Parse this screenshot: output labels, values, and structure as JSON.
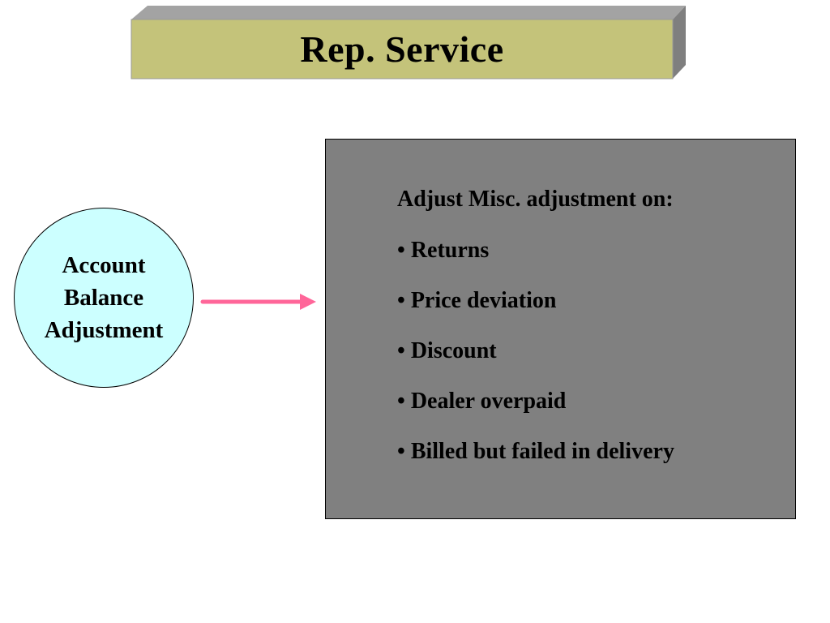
{
  "title": {
    "text": "Rep. Service",
    "face_color": "#c4c37a",
    "bevel_top_color": "#a3a3a3",
    "bevel_right_color": "#7f7f7f"
  },
  "circle": {
    "lines": [
      "Account",
      "Balance",
      "Adjustment"
    ],
    "fill_color": "#ccffff"
  },
  "arrow": {
    "color": "#ff6699"
  },
  "panel": {
    "heading": "Adjust Misc. adjustment on:",
    "bullet": "•",
    "items": [
      "Returns",
      "Price deviation",
      "Discount",
      "Dealer overpaid",
      "Billed but failed in delivery"
    ],
    "fill_color": "#808080"
  }
}
